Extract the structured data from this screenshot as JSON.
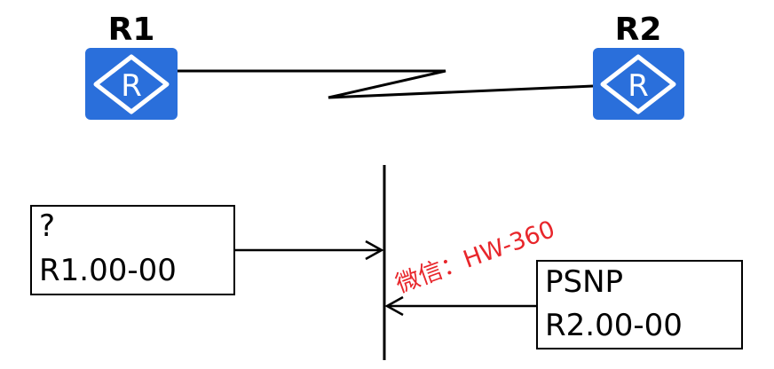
{
  "routers": [
    {
      "id": "r1",
      "label": "R1",
      "glyph": "R",
      "icon": "router-icon"
    },
    {
      "id": "r2",
      "label": "R2",
      "glyph": "R",
      "icon": "router-icon"
    }
  ],
  "link": {
    "style": "serial-zigzag"
  },
  "packets": {
    "left": {
      "line1": "?",
      "line2": "R1.00-00",
      "direction": "to-segment"
    },
    "right": {
      "line1": "PSNP",
      "line2": "R2.00-00",
      "direction": "to-segment"
    }
  },
  "watermark": "微信：HW-360",
  "colors": {
    "router_fill": "#2a6fdb",
    "line": "#000000",
    "watermark": "#e8262b"
  }
}
